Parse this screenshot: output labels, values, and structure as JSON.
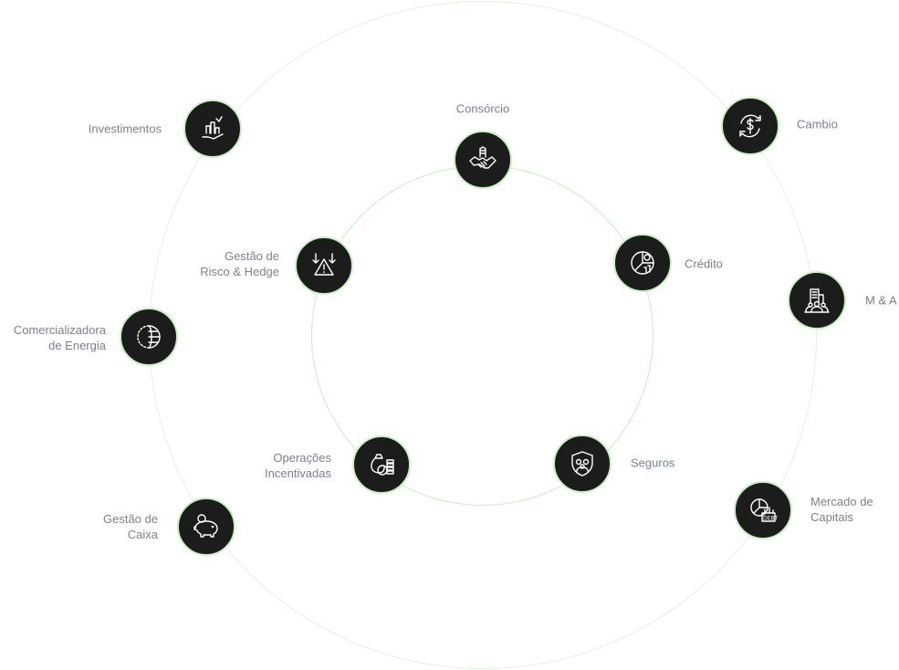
{
  "colors": {
    "node_fill": "#1c1c1c",
    "node_border": "#cdeec6",
    "inner_ring": "#c9ecc3",
    "outer_ring": "#e3f0e0",
    "label": "#7c818c"
  },
  "services": {
    "investimentos": {
      "lines": [
        "Investimentos"
      ],
      "icon": "growth-chart-hand-icon"
    },
    "consorcio": {
      "lines": [
        "Consórcio"
      ],
      "icon": "handshake-building-icon"
    },
    "cambio": {
      "lines": [
        "Cambio"
      ],
      "icon": "currency-exchange-icon"
    },
    "risco": {
      "lines": [
        "Gestão de",
        "Risco & Hedge"
      ],
      "icon": "risk-warning-icon"
    },
    "credito": {
      "lines": [
        "Crédito"
      ],
      "icon": "credit-pie-icon"
    },
    "ma": {
      "lines": [
        "M & A"
      ],
      "icon": "buildings-people-icon"
    },
    "energia": {
      "lines": [
        "Comercializadora",
        "de Energia"
      ],
      "icon": "globe-energy-icon"
    },
    "operacoes": {
      "lines": [
        "Operações",
        "Incentivadas"
      ],
      "icon": "money-bag-icon"
    },
    "seguros": {
      "lines": [
        "Seguros"
      ],
      "icon": "shield-people-icon"
    },
    "caixa": {
      "lines": [
        "Gestão de",
        "Caixa"
      ],
      "icon": "piggy-bank-icon"
    },
    "mercado": {
      "lines": [
        "Mercado de",
        "Capitais"
      ],
      "icon": "debt-chart-icon"
    }
  }
}
